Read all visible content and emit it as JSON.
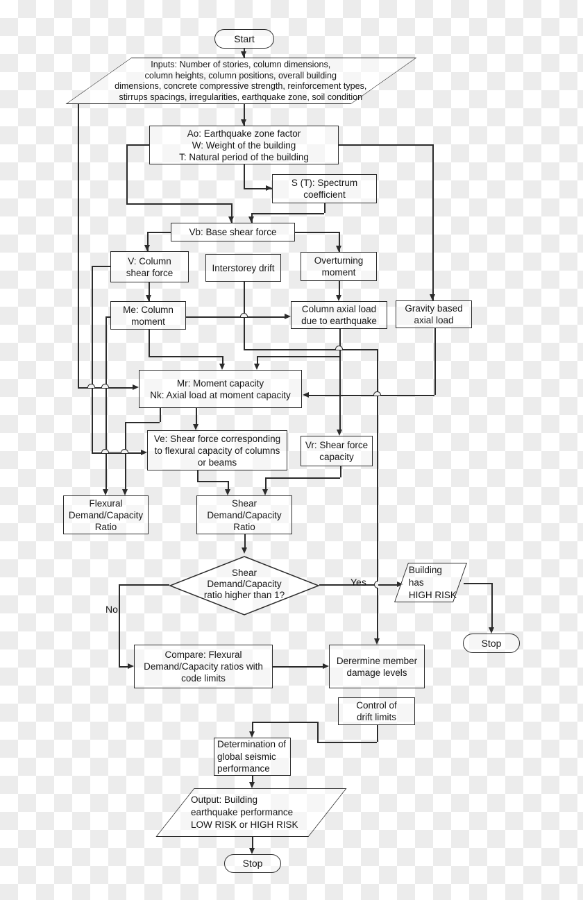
{
  "diagram": {
    "title": "Building earthquake performance assessment flowchart",
    "colors": {
      "stroke": "#2b2b2b",
      "checker_light": "#ffffff",
      "checker_gray": "#ececec"
    },
    "nodes": {
      "start": {
        "type": "terminator",
        "label": "Start"
      },
      "inputs": {
        "type": "parallelogram",
        "label": "Inputs: Number of stories, column dimensions,\ncolumn heights, column positions, overall building\ndimensions, concrete compressive strength, reinforcement types,\nstirrups spacings, irregularities, earthquake zone, soil condition"
      },
      "ao": {
        "type": "process",
        "label": "Ao: Earthquake zone factor\nW: Weight of the building\nT: Natural period of the building"
      },
      "st": {
        "type": "process",
        "label": "S (T): Spectrum\ncoefficient"
      },
      "vb": {
        "type": "process",
        "label": "Vb: Base shear force"
      },
      "v": {
        "type": "process",
        "label": "V: Column\nshear force"
      },
      "inter": {
        "type": "process",
        "label": "Interstorey drift"
      },
      "over": {
        "type": "process",
        "label": "Overturning\nmoment"
      },
      "me": {
        "type": "process",
        "label": "Me: Column\nmoment"
      },
      "cax": {
        "type": "process",
        "label": "Column axial load\ndue to earthquake"
      },
      "grav": {
        "type": "process",
        "label": "Gravity based\naxial load"
      },
      "mr": {
        "type": "process",
        "label": "Mr: Moment capacity\nNk: Axial load at moment capacity"
      },
      "ve": {
        "type": "process",
        "label": "Ve: Shear force corresponding\nto flexural capacity of columns\nor beams"
      },
      "vr": {
        "type": "process",
        "label": "Vr: Shear force\ncapacity"
      },
      "flex": {
        "type": "process",
        "label": "Flexural\nDemand/Capacity\nRatio"
      },
      "shear": {
        "type": "process",
        "label": "Shear\nDemand/Capacity\nRatio"
      },
      "decision": {
        "type": "decision",
        "label": "Shear\nDemand/Capacity\nratio higher than 1?"
      },
      "risk": {
        "type": "parallelogram",
        "label": "Building\nhas\nHIGH RISK"
      },
      "stop1": {
        "type": "terminator",
        "label": "Stop"
      },
      "compare": {
        "type": "process",
        "label": "Compare: Flexural\nDemand/Capacity ratios with\ncode limits"
      },
      "damage": {
        "type": "process",
        "label": "Derermine member\ndamage levels"
      },
      "drift": {
        "type": "process",
        "label": "Control of\ndrift limits"
      },
      "global": {
        "type": "process",
        "label": "Determination of\nglobal seismic\nperformance"
      },
      "output": {
        "type": "parallelogram",
        "label": "Output: Building\nearthquake performance\nLOW RISK or HIGH RISK"
      },
      "stop2": {
        "type": "terminator",
        "label": "Stop"
      }
    },
    "edge_labels": {
      "yes": "Yes",
      "no": "No"
    }
  }
}
